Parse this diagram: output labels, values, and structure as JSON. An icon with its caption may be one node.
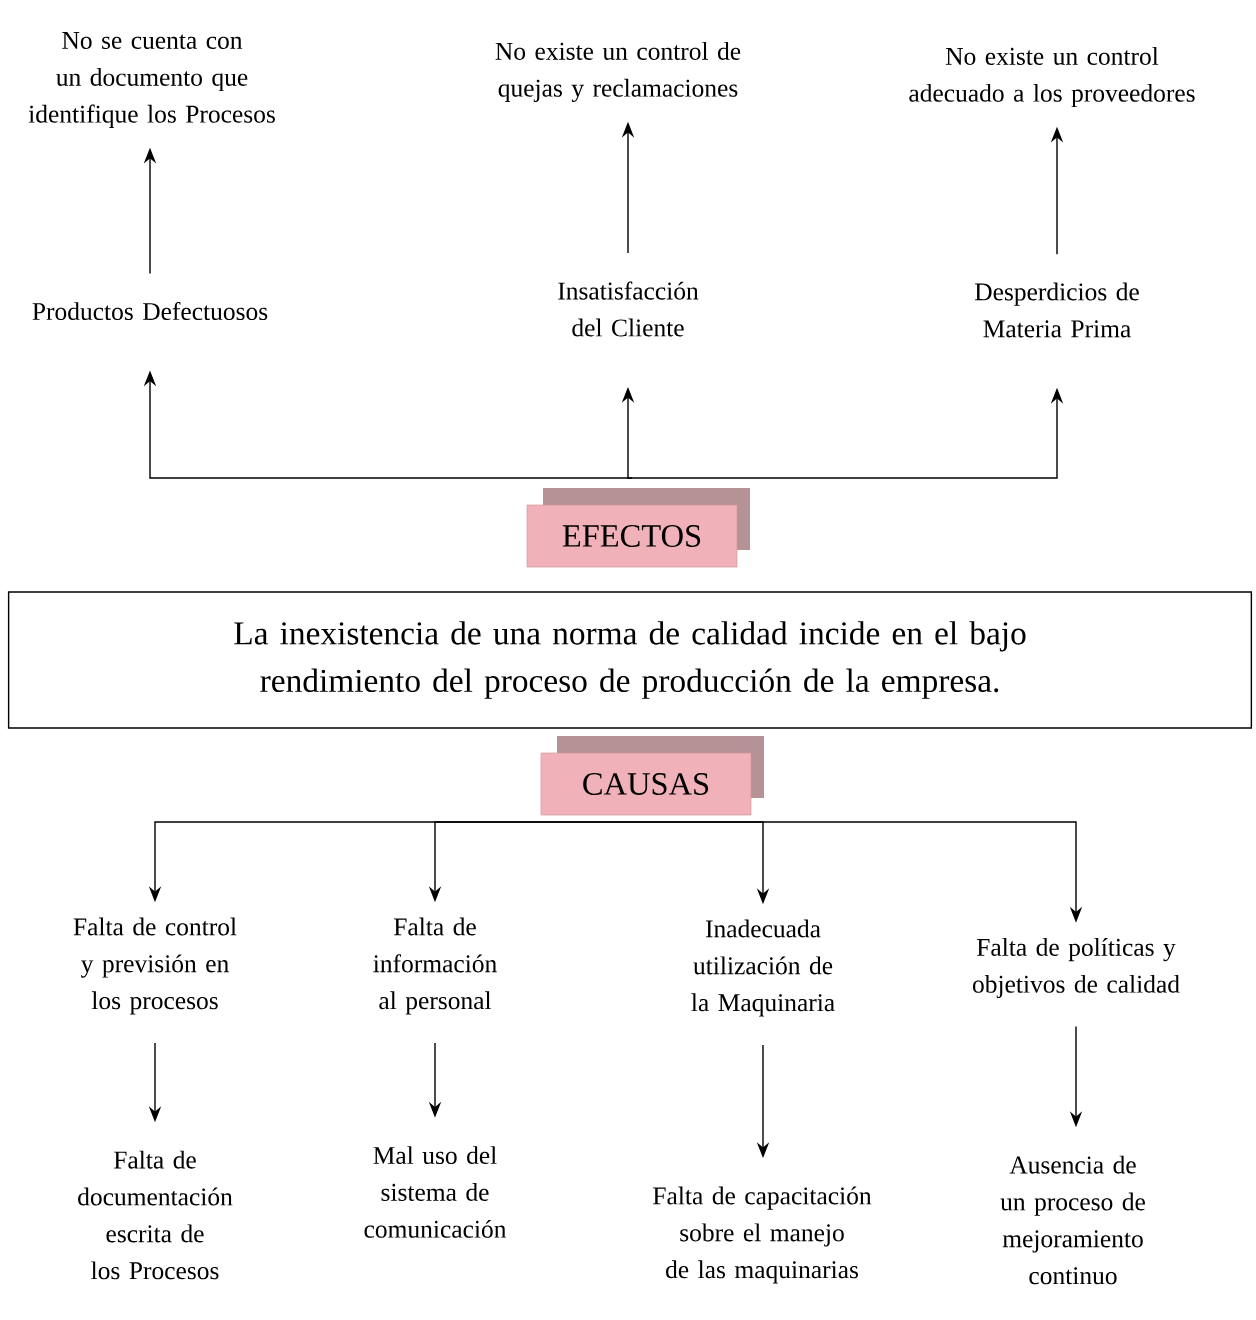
{
  "diagram": {
    "nodes": [
      {
        "text": [
          "No se cuenta con un documento que identifique los Procesos"
        ]
      },
      {
        "text": [
          "No existe un control de quejas y reclamaciones"
        ]
      },
      {
        "text": [
          "No existe un control adecuado a los proveedores"
        ]
      },
      {
        "text": [
          "Productos Defectuosos"
        ]
      },
      {
        "text": [
          "Insatisfacción del Cliente"
        ]
      },
      {
        "text": [
          "Desperdicios de Materia Prima"
        ]
      },
      {
        "text": [
          "EFECTOS"
        ]
      },
      {
        "text": [
          "La inexistencia de una norma de calidad incide en el bajo rendimiento del proceso de producción de la empresa."
        ]
      },
      {
        "text": [
          "CAUSAS"
        ]
      },
      {
        "text": [
          "Falta de control y previsión en los procesos"
        ]
      },
      {
        "text": [
          "Falta de información al personal"
        ]
      },
      {
        "text": [
          "Inadecuada utilización de la Maquinaria"
        ]
      },
      {
        "text": [
          "Falta de políticas y objetivos de calidad"
        ]
      },
      {
        "text": [
          "Falta de documentación escrita de los Procesos"
        ]
      },
      {
        "text": [
          "Mal uso del sistema de comunicación"
        ]
      },
      {
        "text": [
          "Falta de capacitación sobre el manejo de las maquinarias"
        ]
      },
      {
        "text": [
          "Ausencia de un proceso de mejoramiento continuo"
        ]
      }
    ],
    "edges": [
      {
        "from": 3,
        "to": 0,
        "arrow": "to"
      },
      {
        "from": 4,
        "to": 1,
        "arrow": "to"
      },
      {
        "from": 5,
        "to": 2,
        "arrow": "to"
      },
      {
        "from": 6,
        "to": 3,
        "arrow": "to"
      },
      {
        "from": 6,
        "to": 4,
        "arrow": "to"
      },
      {
        "from": 6,
        "to": 5,
        "arrow": "to"
      },
      {
        "from": 8,
        "to": 9,
        "arrow": "to"
      },
      {
        "from": 8,
        "to": 10,
        "arrow": "to"
      },
      {
        "from": 8,
        "to": 11,
        "arrow": "to"
      },
      {
        "from": 8,
        "to": 12,
        "arrow": "to"
      },
      {
        "from": 9,
        "to": 13,
        "arrow": "to"
      },
      {
        "from": 10,
        "to": 14,
        "arrow": "to"
      },
      {
        "from": 11,
        "to": 15,
        "arrow": "to"
      },
      {
        "from": 12,
        "to": 16,
        "arrow": "to"
      }
    ]
  }
}
